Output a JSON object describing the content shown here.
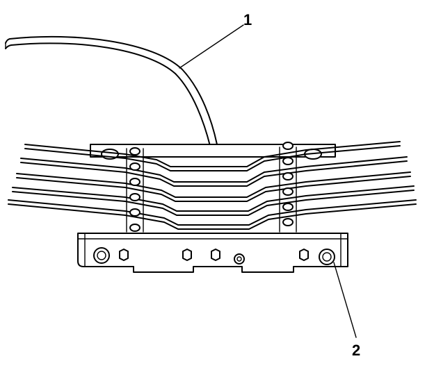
{
  "callouts": [
    {
      "label": "1",
      "part": "cable"
    },
    {
      "label": "2",
      "part": "mounting-stud"
    }
  ]
}
